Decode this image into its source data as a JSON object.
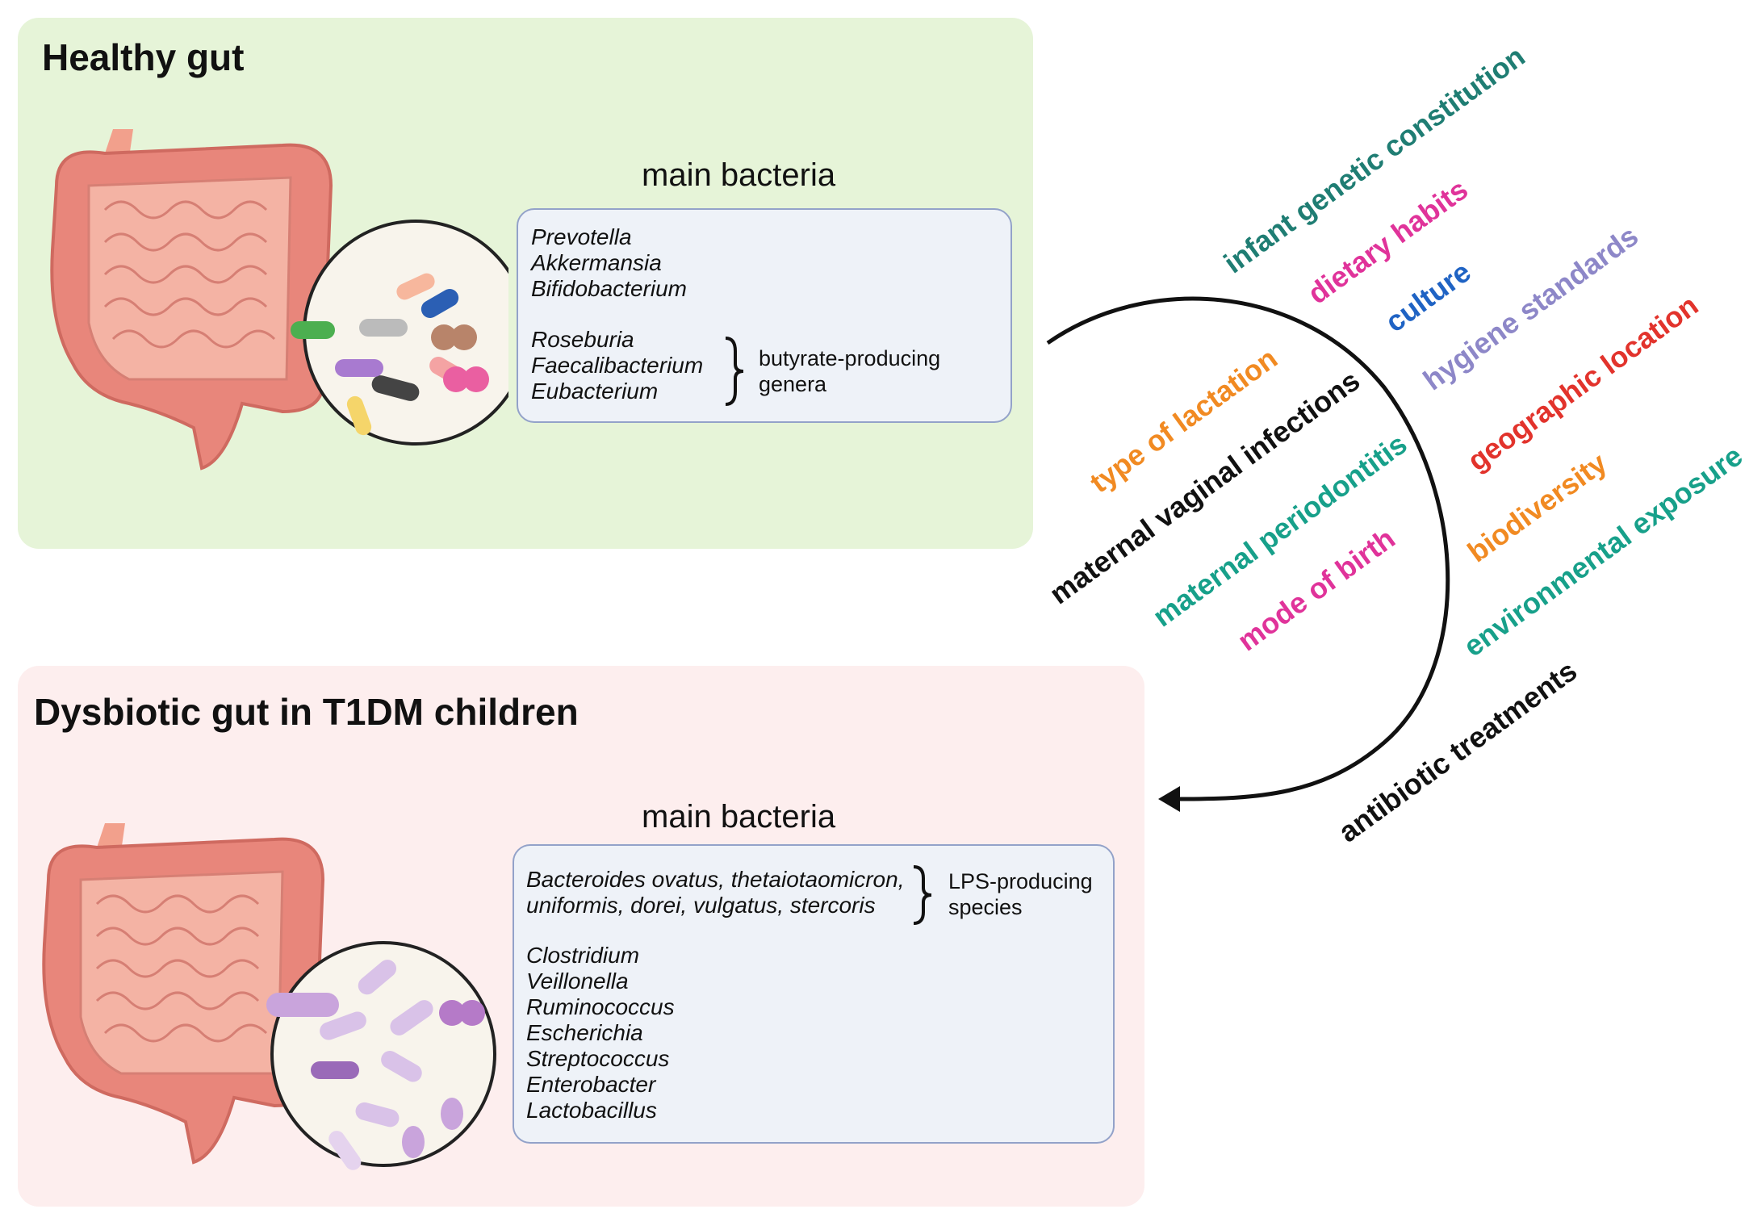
{
  "healthy": {
    "title": "Healthy gut",
    "subtitle": "main bacteria",
    "bacteria_group1": [
      "Prevotella",
      "Akkermansia",
      "Bifidobacterium"
    ],
    "bacteria_group2": [
      "Roseburia",
      "Faecalibacterium",
      "Eubacterium"
    ],
    "group2_note": [
      "butyrate-producing",
      "genera"
    ]
  },
  "dysbiotic": {
    "title": "Dysbiotic gut in T1DM children",
    "subtitle": "main bacteria",
    "bacteroides": [
      "Bacteroides ovatus, thetaiotaomicron,",
      "uniformis, dorei, vulgatus, stercoris"
    ],
    "bacteroides_note": [
      "LPS-producing",
      "species"
    ],
    "bacteria_group2": [
      "Clostridium",
      "Veillonella",
      "Ruminococcus",
      "Escherichia",
      "Streptococcus",
      "Enterobacter",
      "Lactobacillus"
    ]
  },
  "factors": [
    {
      "label": "infant genetic constitution",
      "color": "#1f7d73"
    },
    {
      "label": "dietary habits",
      "color": "#e0339a"
    },
    {
      "label": "culture",
      "color": "#1f63c4"
    },
    {
      "label": "hygiene standards",
      "color": "#8d87c8"
    },
    {
      "label": "geographic location",
      "color": "#e2332c"
    },
    {
      "label": "type of lactation",
      "color": "#f18a22"
    },
    {
      "label": "maternal vaginal infections",
      "color": "#111111"
    },
    {
      "label": "maternal periodontitis",
      "color": "#17a08a"
    },
    {
      "label": "mode of birth",
      "color": "#e0339a"
    },
    {
      "label": "biodiversity",
      "color": "#f18a22"
    },
    {
      "label": "environmental exposure",
      "color": "#17a08a"
    },
    {
      "label": "antibiotic treatments",
      "color": "#111111"
    }
  ]
}
